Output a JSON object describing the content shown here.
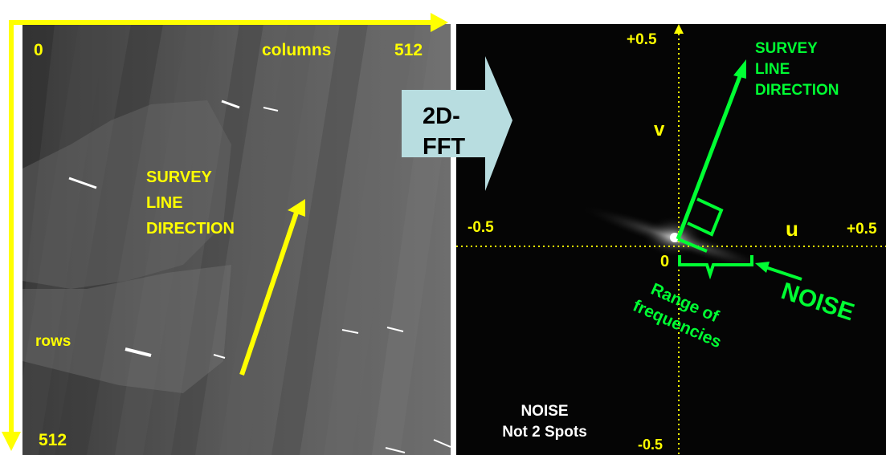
{
  "left_image": {
    "origin_label": "0",
    "columns_label": "columns",
    "columns_max": "512",
    "rows_label": "rows",
    "rows_max": "512",
    "survey_line": [
      "SURVEY",
      "LINE",
      "DIRECTION"
    ],
    "arrow_color": "#ffff00"
  },
  "transform": {
    "label_line1": "2D-",
    "label_line2": "FFT",
    "arrow_color": "#b8dde0"
  },
  "right_image": {
    "v_max": "+0.5",
    "v_min": "-0.5",
    "v_axis": "v",
    "u_min": "-0.5",
    "u_max": "+0.5",
    "u_axis": "u",
    "center": "0",
    "survey_line": [
      "SURVEY",
      "LINE",
      "DIRECTION"
    ],
    "noise_arrow_label": "NOISE",
    "range_label": [
      "Range of",
      "frequencies"
    ],
    "noise_note": [
      "NOISE",
      "Not 2 Spots"
    ],
    "annotation_color": "#00ff33",
    "axis_color": "#ffff00"
  }
}
